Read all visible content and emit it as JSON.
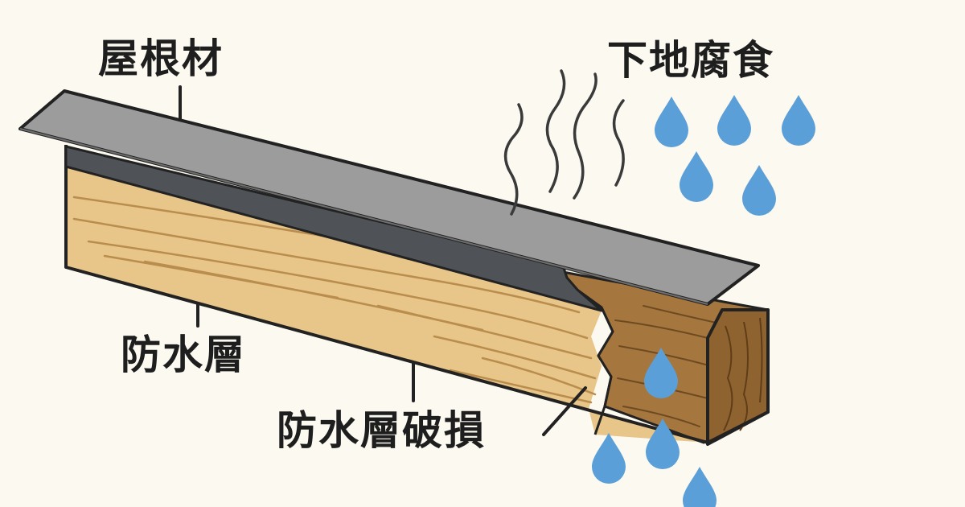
{
  "labels": {
    "roof_material": "屋根材",
    "substrate_corrosion": "下地腐食",
    "waterproof_layer": "防水層",
    "waterproof_damage": "防水層破損"
  },
  "colors": {
    "background": "#fcf9f0",
    "roof_sheet": "#9c9c9c",
    "waterproof_membrane": "#4f5357",
    "wood": "#e8c588",
    "rotted_wood": "#a5763d",
    "water_drop": "#5b9fd8",
    "outline": "#222222"
  },
  "icons": [
    "water-drop-icon",
    "odor-wavy-line-icon"
  ]
}
